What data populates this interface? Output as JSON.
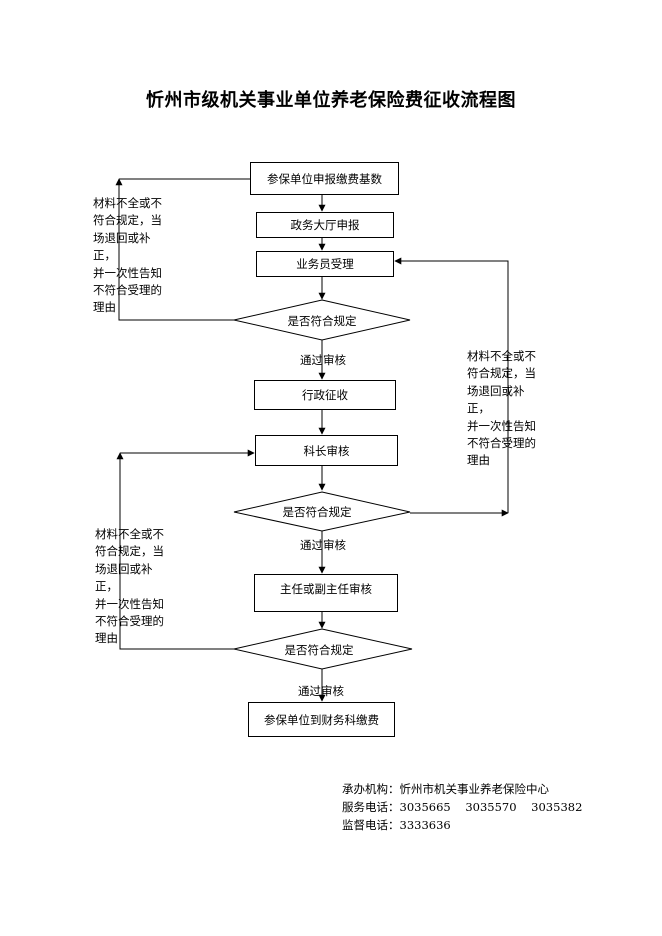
{
  "title": "忻州市级机关事业单位养老保险费征收流程图",
  "nodes": {
    "step1": "参保单位申报缴费基数",
    "step2": "政务大厅申报",
    "step3": "业务员受理",
    "decision1": "是否符合规定",
    "step4": "行政征收",
    "step5": "科长审核",
    "decision2": "是否符合规定",
    "step6": "主任或副主任审核",
    "decision3": "是否符合规定",
    "step7": "参保单位到财务科缴费"
  },
  "edge_labels": {
    "pass1": "通过审核",
    "pass2": "通过审核",
    "pass3": "通过审核"
  },
  "notes": {
    "reject_left_top": "材料不全或不\n符合规定，当\n场退回或补正，\n并一次性告知\n不符合受理的\n理由",
    "reject_right": "材料不全或不\n符合规定，当\n场退回或补正，\n并一次性告知\n不符合受理的\n理由",
    "reject_left_bottom": "材料不全或不\n符合规定，当\n场退回或补正，\n并一次性告知\n不符合受理的\n理由"
  },
  "footer": {
    "organizer": "承办机构：忻州市机关事业养老保险中心",
    "service_phone": "服务电话：3035665    3035570    3035382",
    "supervision_phone": "监督电话：3333636"
  }
}
